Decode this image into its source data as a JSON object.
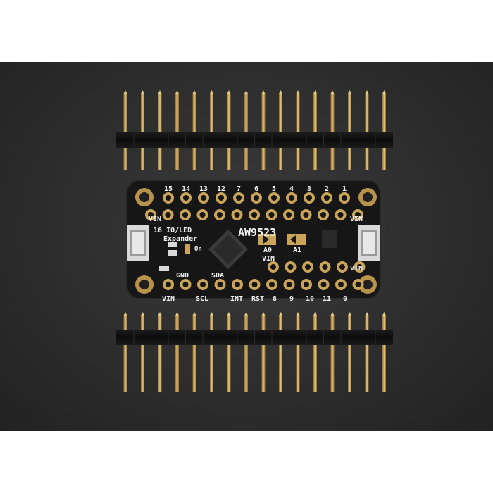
{
  "board": {
    "chip_label": "AW9523",
    "title_line1": "16 IO/LED",
    "title_line2": "Expander",
    "on_label": "On",
    "top_pins": [
      "15",
      "14",
      "13",
      "12",
      "7",
      "6",
      "5",
      "4",
      "3",
      "2",
      "1"
    ],
    "bottom_pins": [
      "VIN",
      "SCL",
      "INT",
      "RST",
      "8",
      "9",
      "10",
      "11",
      "0"
    ],
    "vin_label": "VIN",
    "gnd_label": "GND",
    "sda_label": "SDA",
    "a0_label": "A0",
    "a1_label": "A1"
  },
  "colors": {
    "background": "#2e2e2e",
    "pcb": "#1a1a1a",
    "gold": "#c9a45a",
    "silkscreen": "#f2f2f2"
  }
}
